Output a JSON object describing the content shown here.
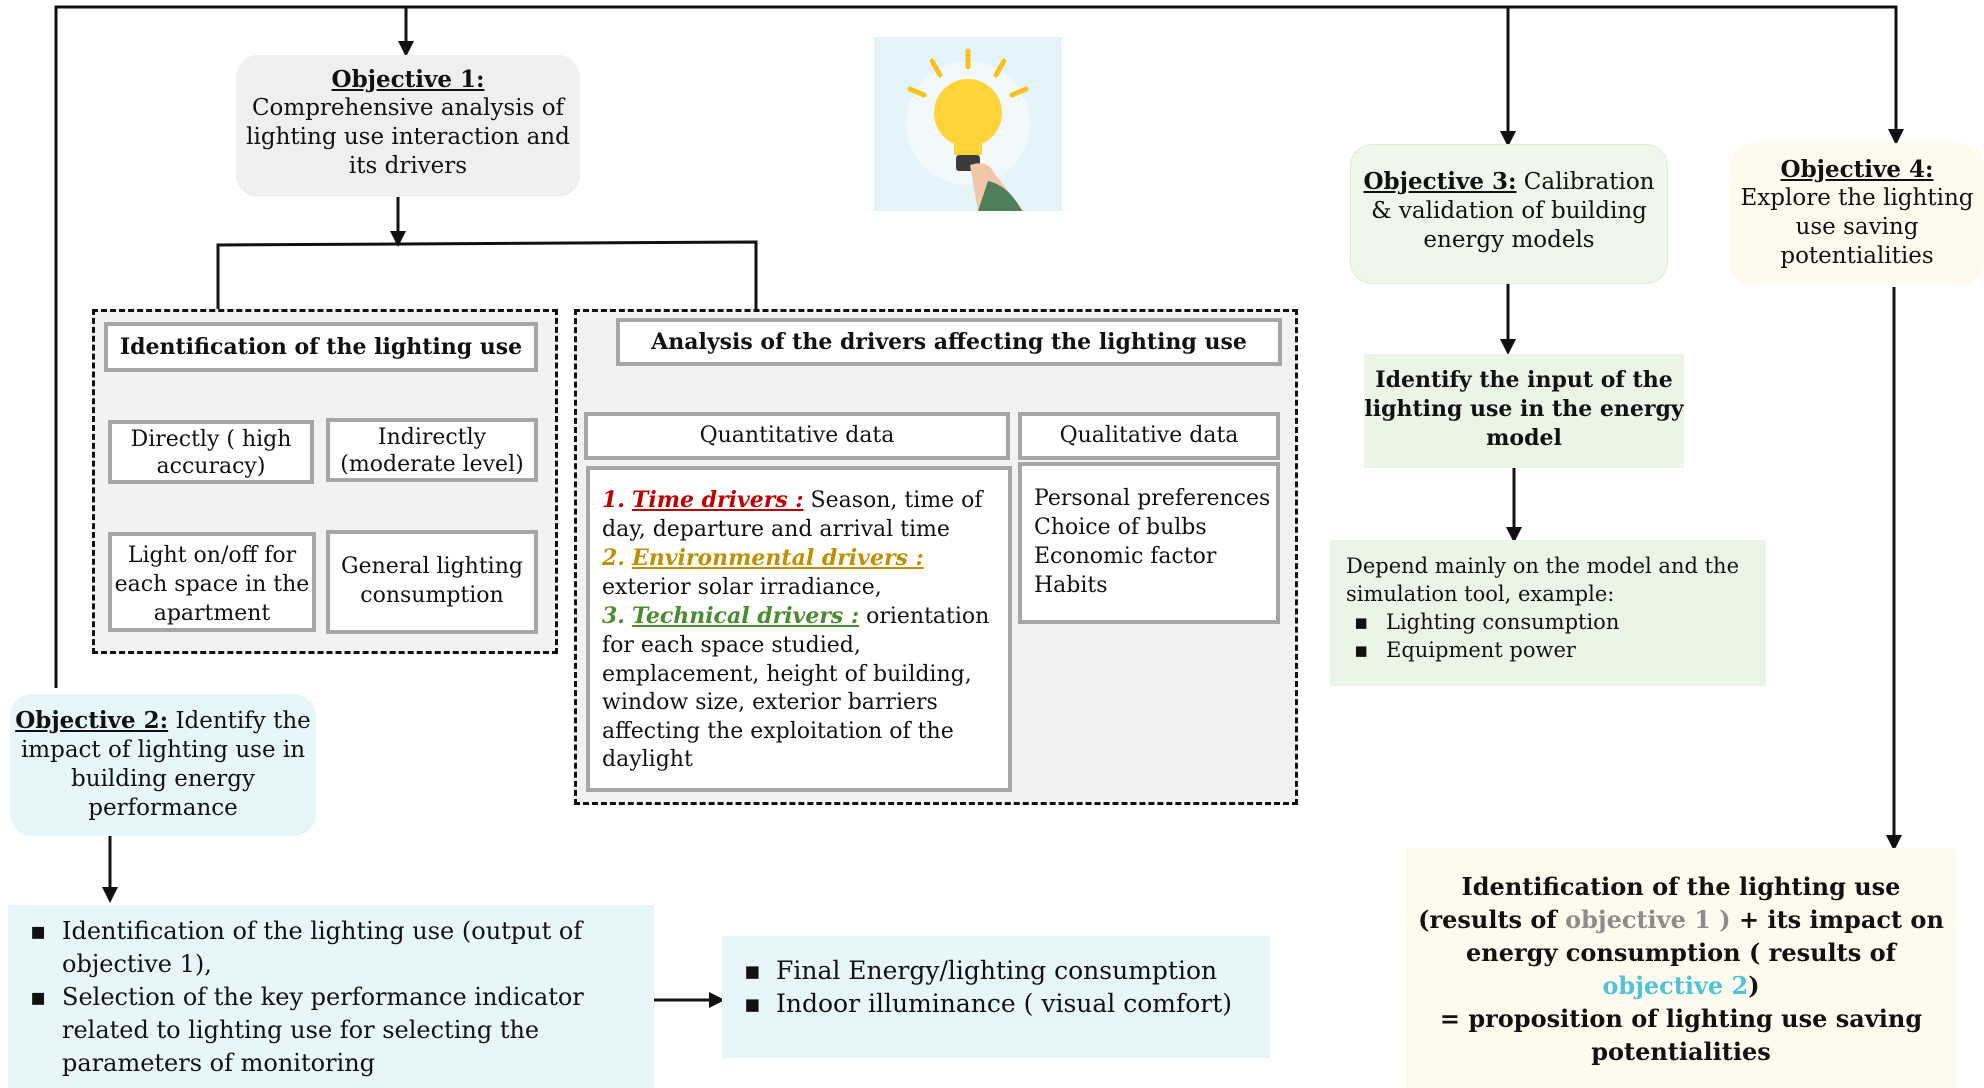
{
  "objective1": {
    "label": "Objective 1:",
    "text": "Comprehensive analysis of lighting use interaction and its drivers"
  },
  "objective2": {
    "label": "Objective 2:",
    "text": " Identify the impact of lighting use in building energy performance"
  },
  "objective3": {
    "label": "Objective 3:",
    "text": " Calibration & validation of building energy models"
  },
  "objective4": {
    "label": "Objective 4:",
    "text": "Explore the lighting use saving potentialities"
  },
  "identification": {
    "header": "Identification of  the lighting use",
    "directly": "Directly ( high accuracy)",
    "indirectly": "Indirectly (moderate level)",
    "light_onoff": "Light on/off for each space in the apartment",
    "general": "General lighting consumption"
  },
  "analysis": {
    "header": "Analysis of the drivers affecting the lighting use",
    "quantitative": "Quantitative data",
    "qualitative": "Qualitative data",
    "drivers": [
      {
        "num": "1.",
        "label": "Time drivers :",
        "text": " Season, time of day, departure and arrival time"
      },
      {
        "num": "2.",
        "label": "Environmental drivers :",
        "text": "exterior solar irradiance,"
      },
      {
        "num": "3.",
        "label": "Technical drivers :",
        "text": " orientation for each space studied, emplacement, height of building, window size, exterior barriers affecting the exploitation of the daylight"
      }
    ],
    "qualitative_items": [
      "Personal preferences",
      "Choice of bulbs",
      "Economic factor",
      "Habits"
    ]
  },
  "objective3_flow": {
    "identify_input": "Identify the input of the lighting use in the energy model",
    "depend_text": "Depend mainly on the model and the simulation tool, example:",
    "depend_items": [
      "Lighting consumption",
      "Equipment power"
    ]
  },
  "objective2_flow": {
    "items": [
      "Identification of the lighting use (output of objective 1),",
      "Selection of the key performance indicator related to lighting use for selecting the parameters of monitoring"
    ],
    "outputs": [
      "Final Energy/lighting consumption",
      "Indoor illuminance ( visual comfort)"
    ]
  },
  "final": {
    "line1": "Identification of the lighting use",
    "results_of": "(results of ",
    "obj1_ref": "objective 1 )",
    "impact": " + its impact on energy consumption ( results of ",
    "obj2_ref": "objective 2",
    "close": ")",
    "proposition": "= proposition of lighting use saving potentialities"
  },
  "bullet": "▪",
  "colors": {
    "obj1": "#efefef",
    "obj2": "#e6f6fa",
    "obj3": "#eef7ea",
    "obj4": "#fefbee",
    "time": "#c00000",
    "env": "#c09000",
    "tech": "#4a8c2f"
  }
}
